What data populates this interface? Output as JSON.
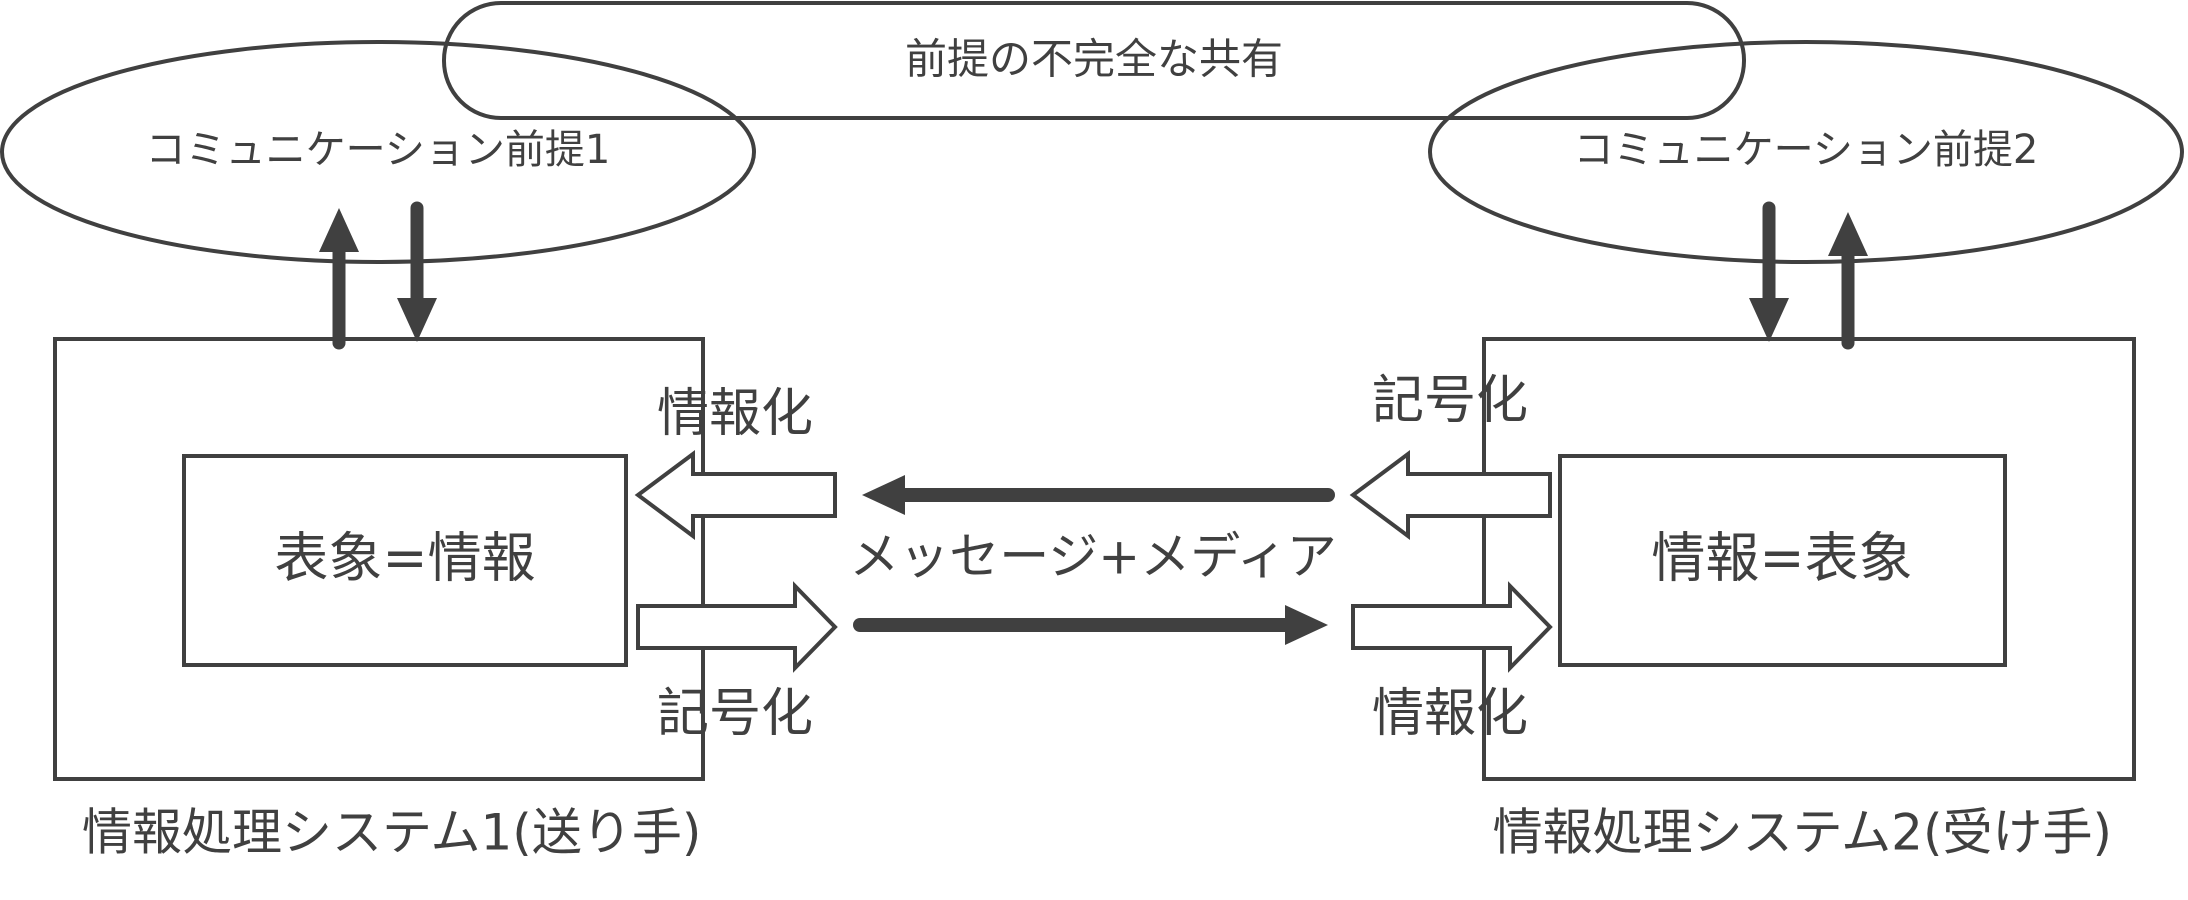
{
  "diagram": {
    "shared_premise_label": "前提の不完全な共有",
    "premise_left_label": "コミュニケーション前提1",
    "premise_right_label": "コミュニケーション前提2",
    "system_left_label": "情報処理システム1(送り手)",
    "system_right_label": "情報処理システム2(受け手)",
    "inner_left_label": "表象=情報",
    "inner_right_label": "情報=表象",
    "left_informatize_label": "情報化",
    "left_encode_label": "記号化",
    "right_encode_label": "記号化",
    "right_informatize_label": "情報化",
    "message_media_label": "メッセージ+メディア"
  }
}
